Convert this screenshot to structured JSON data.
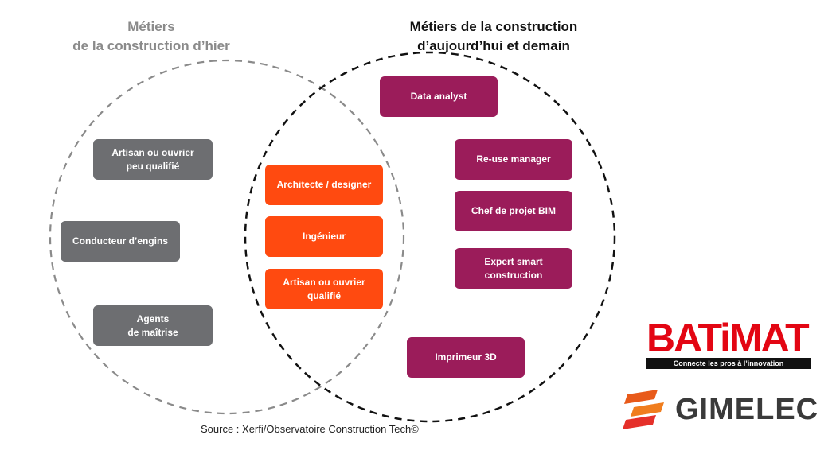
{
  "titles": {
    "left_line1": "Métiers",
    "left_line2": "de la construction d’hier",
    "right_line1": "Métiers de la construction",
    "right_line2": "d’aujourd’hui et demain"
  },
  "boxes": {
    "past": [
      {
        "label": "Artisan ou ouvrier\npeu qualifié"
      },
      {
        "label": "Conducteur d’engins"
      },
      {
        "label": "Agents\nde maîtrise"
      }
    ],
    "both": [
      {
        "label": "Architecte / designer"
      },
      {
        "label": "Ingénieur"
      },
      {
        "label": "Artisan ou ouvrier\nqualifié"
      }
    ],
    "future": [
      {
        "label": "Data analyst"
      },
      {
        "label": "Re-use manager"
      },
      {
        "label": "Chef de projet BIM"
      },
      {
        "label": "Expert smart\nconstruction"
      },
      {
        "label": "Imprimeur 3D"
      }
    ]
  },
  "source": "Source : Xerfi/Observatoire Construction Tech©",
  "logos": {
    "batimat": "BATiMAT",
    "batimat_tagline": "Connecte les pros à l’innovation",
    "gimelec": "GIMELEC"
  },
  "colors": {
    "past": "#6d6e71",
    "both": "#ff4a10",
    "future": "#9b1c5a",
    "left_circle": "#8a8a8a",
    "right_circle": "#111111"
  }
}
